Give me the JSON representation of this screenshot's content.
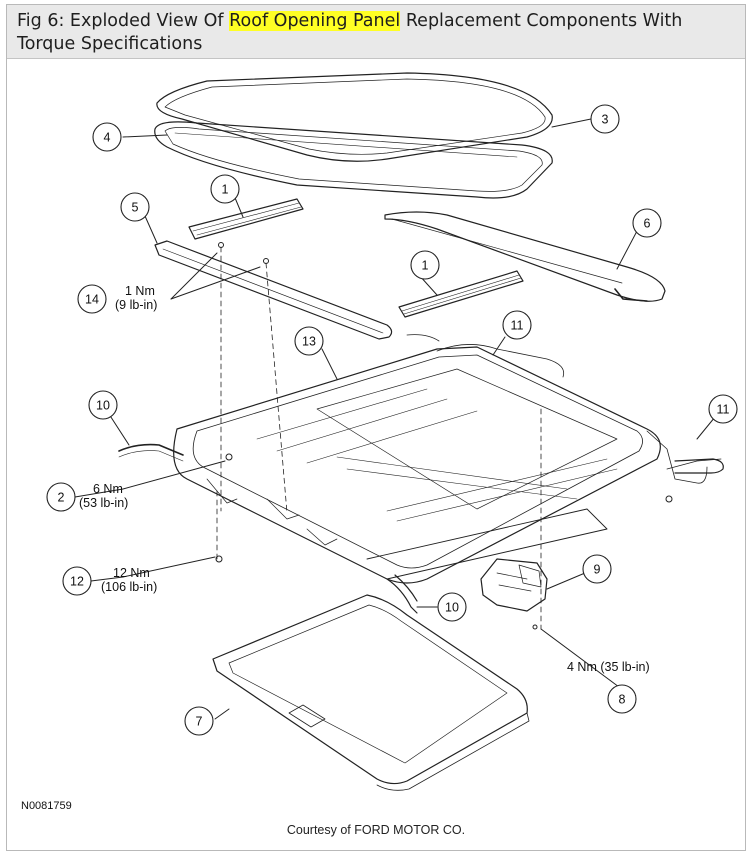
{
  "title": {
    "prefix": "Fig 6: Exploded View Of ",
    "highlight": "Roof Opening Panel",
    "suffix": " Replacement Components With Torque Specifications"
  },
  "callouts": {
    "c1a": "1",
    "c1b": "1",
    "c2": "2",
    "c3": "3",
    "c4": "4",
    "c5": "5",
    "c6": "6",
    "c7": "7",
    "c8": "8",
    "c9": "9",
    "c10a": "10",
    "c10b": "10",
    "c11a": "11",
    "c11b": "11",
    "c12": "12",
    "c13": "13",
    "c14": "14"
  },
  "torque": {
    "t14_nm": "1 Nm",
    "t14_lb": "(9 lb-in)",
    "t2_nm": "6 Nm",
    "t2_lb": "(53 lb-in)",
    "t12_nm": "12 Nm",
    "t12_lb": "(106 lb-in)",
    "t8": "4 Nm (35 lb-in)"
  },
  "part_number": "N0081759",
  "credit": "Courtesy of FORD MOTOR CO.",
  "colors": {
    "highlight": "#ffff24",
    "line": "#222222",
    "title_bg": "#e9e9e9"
  }
}
